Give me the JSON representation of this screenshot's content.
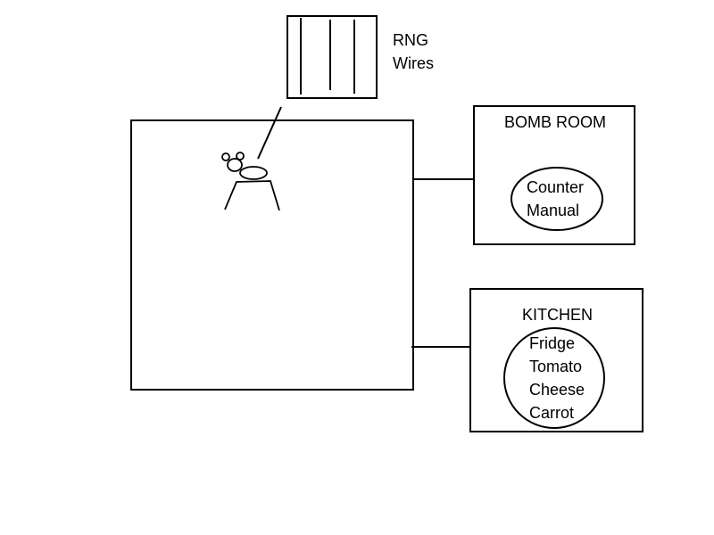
{
  "rng_box": {
    "lines": [
      "RNG",
      "Wires"
    ]
  },
  "bomb_room": {
    "title": "BOMB ROOM",
    "items": [
      "Counter",
      "Manual"
    ]
  },
  "kitchen": {
    "title": "KITCHEN",
    "items": [
      "Fridge",
      "Tomato",
      "Cheese",
      "Carrot"
    ]
  },
  "colors": {
    "stroke": "#000000",
    "background": "#ffffff"
  }
}
